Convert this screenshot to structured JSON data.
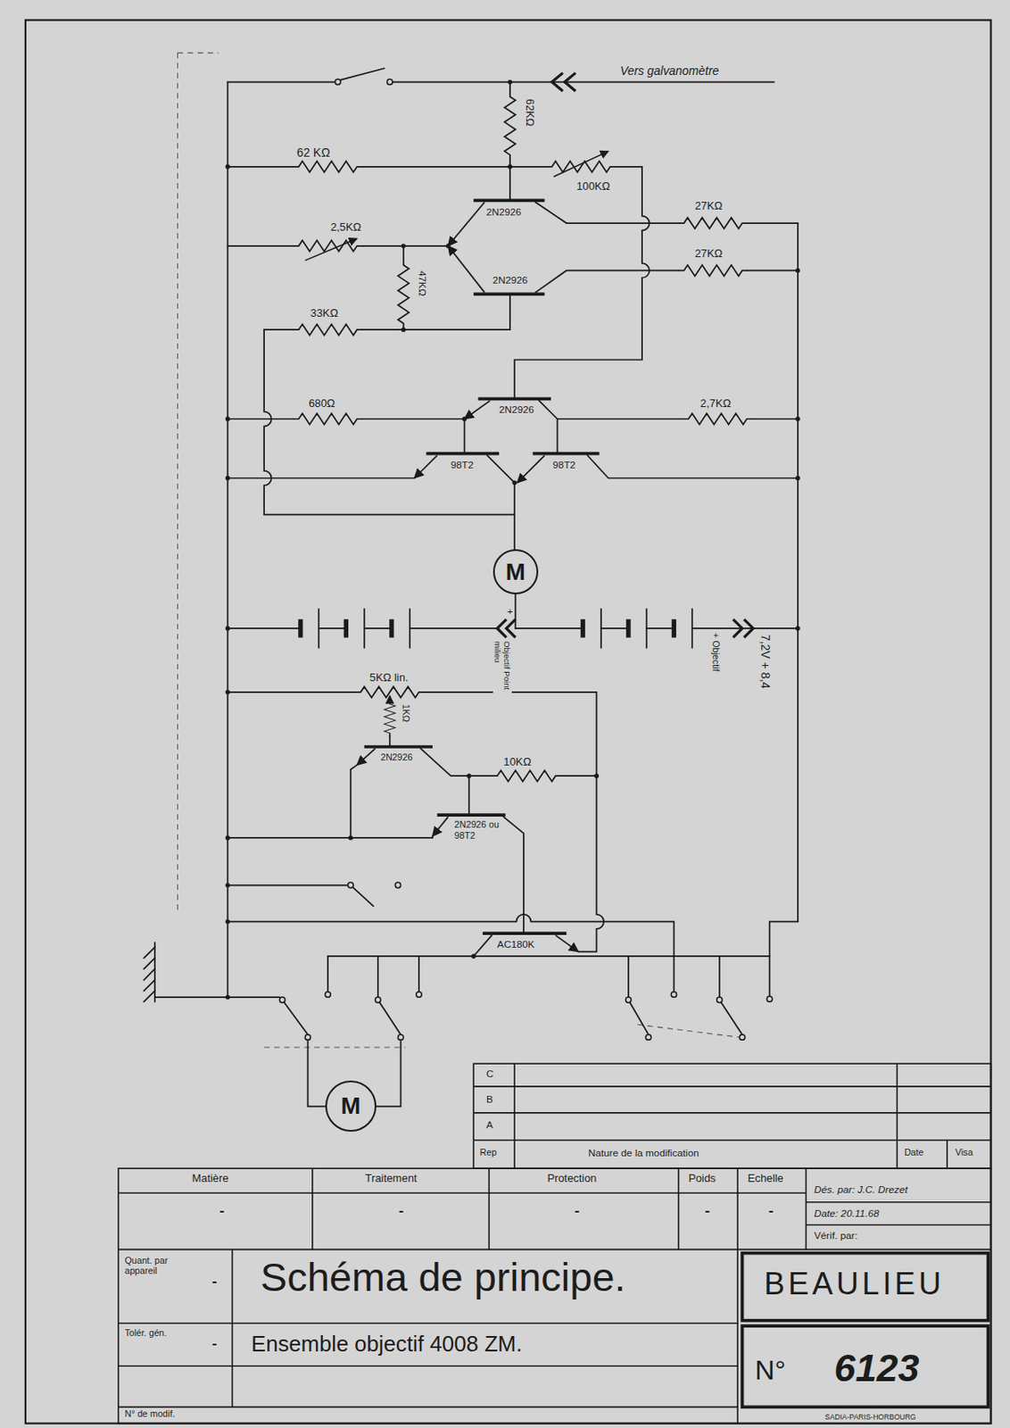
{
  "diagram": {
    "title": "Schéma de principe.",
    "nodes": [
      {
        "text": [
          "M"
        ]
      },
      {
        "text": [
          "M"
        ]
      }
    ],
    "labels": [
      "Vers galvanomètre",
      "62KΩ",
      "62 KΩ",
      "100KΩ",
      "2N2926",
      "2,5KΩ",
      "47KΩ",
      "2N2926",
      "27KΩ",
      "27KΩ",
      "33KΩ",
      "2N2926",
      "680Ω",
      "2,7KΩ",
      "98T2",
      "98T2",
      "+",
      "Objectif Point milieu",
      "+ Objectif",
      "7,2V + 8,4",
      "5KΩ lin.",
      "1KΩ",
      "2N2926",
      "10KΩ",
      "2N2926 ou 98T2",
      "AC180K",
      "C",
      "B",
      "A",
      "Rep",
      "Nature de la modification",
      "Date",
      "Visa",
      "Matière",
      "Traitement",
      "Protection",
      "Poids",
      "Echelle",
      "-",
      "-",
      "-",
      "-",
      "-",
      "Dés. par: J.C. Drezet",
      "Date: 20.11.68",
      "Vérif. par:",
      "Quant. par appareil",
      "-",
      "BEAULIEU",
      "Tolér. gén.",
      "-",
      "Ensemble objectif 4008 ZM.",
      "N°",
      "6123",
      "N° de modif.",
      "SADIA-PARIS-HORBOURG"
    ]
  }
}
